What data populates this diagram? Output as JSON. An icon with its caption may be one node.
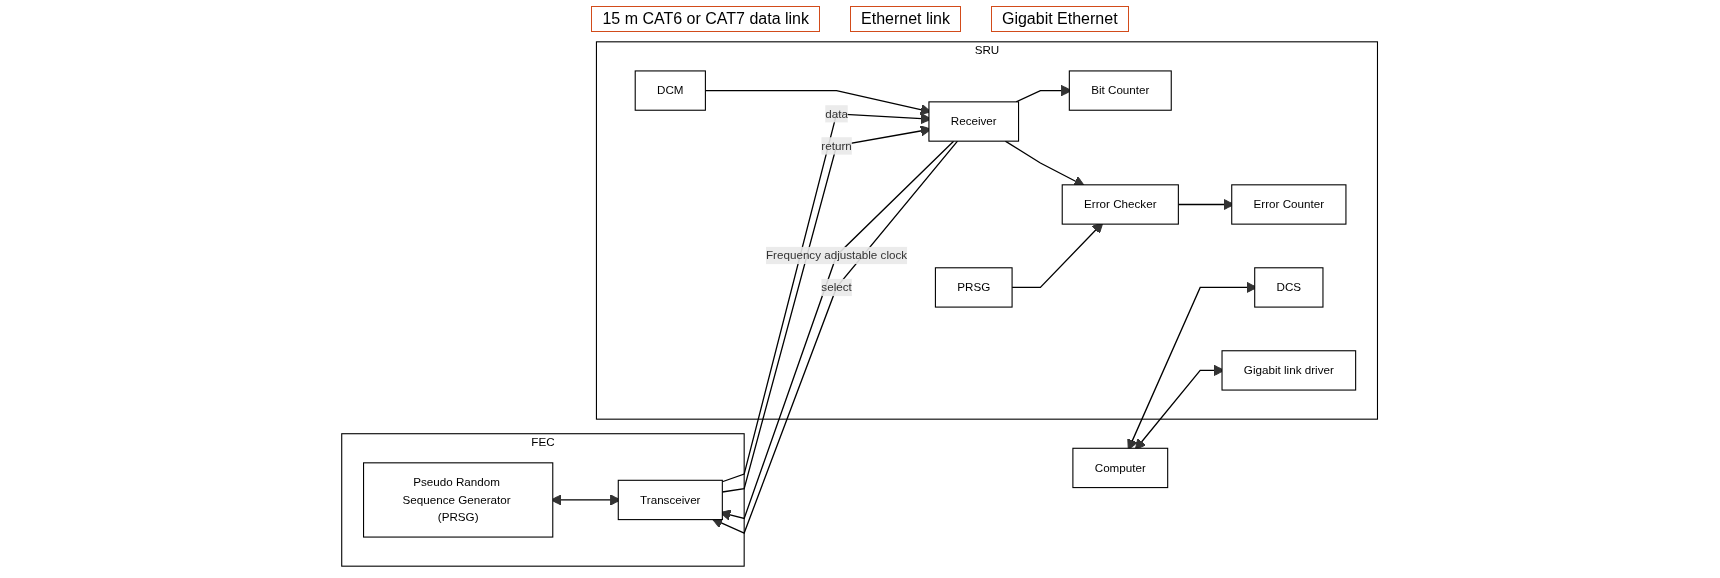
{
  "diagram": {
    "nodes": [
      {
        "text": [
          "FEC"
        ]
      },
      {
        "text": [
          "Pseudo Random Sequence Generator (PRSG)"
        ],
        "in": 0
      },
      {
        "text": [
          "Transceiver"
        ],
        "in": 0
      },
      {
        "text": [
          "SRU"
        ]
      },
      {
        "text": [
          "DCM"
        ],
        "in": 3
      },
      {
        "text": [
          "Receiver"
        ],
        "in": 3
      },
      {
        "text": [
          "Bit Counter"
        ],
        "in": 3
      },
      {
        "text": [
          "Error Checker"
        ],
        "in": 3
      },
      {
        "text": [
          "PRSG"
        ],
        "in": 3
      },
      {
        "text": [
          "Error Counter"
        ],
        "in": 3
      },
      {
        "text": [
          "DCS"
        ],
        "in": 3
      },
      {
        "text": [
          "Gigabit link driver"
        ],
        "in": 3
      },
      {
        "text": [
          "Computer"
        ]
      }
    ],
    "edges": [
      {
        "from": 1,
        "to": 2,
        "arrow": "both"
      },
      {
        "from": 5,
        "to": 2,
        "arrow": "to",
        "label": "Frequency adjustable clock"
      },
      {
        "from": 2,
        "to": 5,
        "arrow": "to",
        "label": "data"
      },
      {
        "from": 5,
        "to": 2,
        "arrow": "to",
        "label": "select"
      },
      {
        "from": 2,
        "to": 5,
        "arrow": "to",
        "label": "return"
      },
      {
        "from": 4,
        "to": 5,
        "arrow": "to"
      },
      {
        "from": 5,
        "to": 6,
        "arrow": "to"
      },
      {
        "from": 5,
        "to": 7,
        "arrow": "to"
      },
      {
        "from": 8,
        "to": 7,
        "arrow": "to"
      },
      {
        "from": 7,
        "to": 9,
        "arrow": "to"
      },
      {
        "from": 12,
        "to": 10,
        "arrow": "both"
      },
      {
        "from": 12,
        "to": 11,
        "arrow": "both"
      }
    ],
    "labels": [
      "15 m CAT6 or CAT7 data link",
      "Ethernet link",
      "Gigabit Ethernet"
    ]
  }
}
